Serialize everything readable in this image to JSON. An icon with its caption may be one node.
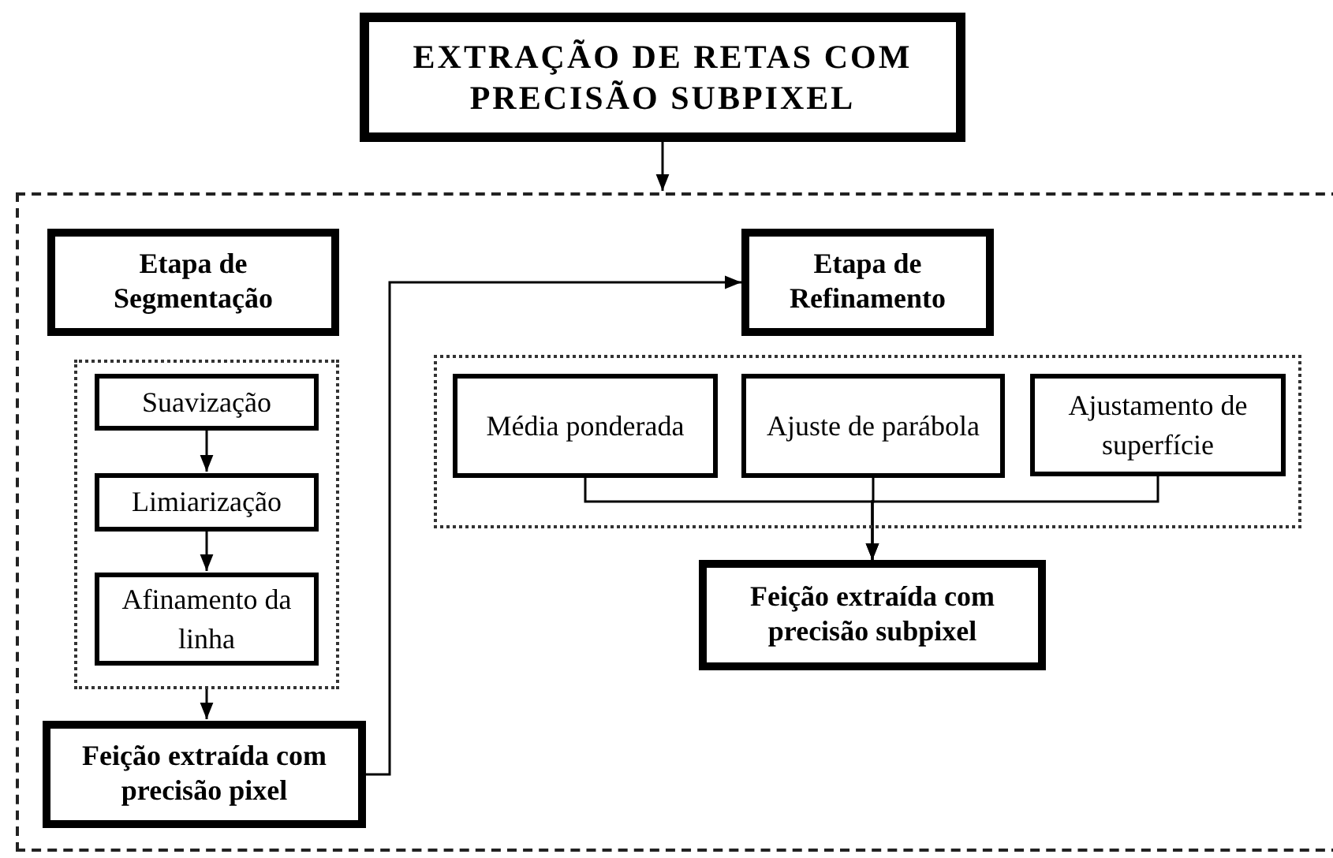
{
  "diagram": {
    "nodes": [
      {
        "text": [
          "EXTRAÇÃO DE RETAS COM PRECISÃO SUBPIXEL"
        ]
      },
      {
        "text": [],
        "shape": "box"
      },
      {
        "text": [
          "Etapa de Segmentação"
        ],
        "in": 1
      },
      {
        "text": [],
        "shape": "box",
        "in": 1
      },
      {
        "text": [
          "Suavização"
        ],
        "in": 3
      },
      {
        "text": [
          "Limiarização"
        ],
        "in": 3
      },
      {
        "text": [
          "Afinamento da linha"
        ],
        "in": 3
      },
      {
        "text": [
          "Feição extraída com precisão pixel"
        ],
        "in": 1
      },
      {
        "text": [
          "Etapa de Refinamento"
        ],
        "in": 1
      },
      {
        "text": [],
        "shape": "box",
        "in": 1
      },
      {
        "text": [
          "Média ponderada"
        ],
        "in": 9
      },
      {
        "text": [
          "Ajuste de parábola"
        ],
        "in": 9
      },
      {
        "text": [
          "Ajustamento de superfície"
        ],
        "in": 9
      },
      {
        "text": [
          "Feição extraída com precisão subpixel"
        ],
        "in": 1
      }
    ],
    "edges": [
      {
        "from": 0,
        "to": 1,
        "arrow": "to"
      },
      {
        "from": 4,
        "to": 5,
        "arrow": "to"
      },
      {
        "from": 5,
        "to": 6,
        "arrow": "to"
      },
      {
        "from": 3,
        "to": 7,
        "arrow": "to"
      },
      {
        "from": 7,
        "to": 8,
        "arrow": "to"
      },
      {
        "from": 10,
        "to": 13,
        "arrow": "to"
      },
      {
        "from": 11,
        "to": 13,
        "arrow": "to"
      },
      {
        "from": 12,
        "to": 13,
        "arrow": "to"
      }
    ]
  }
}
